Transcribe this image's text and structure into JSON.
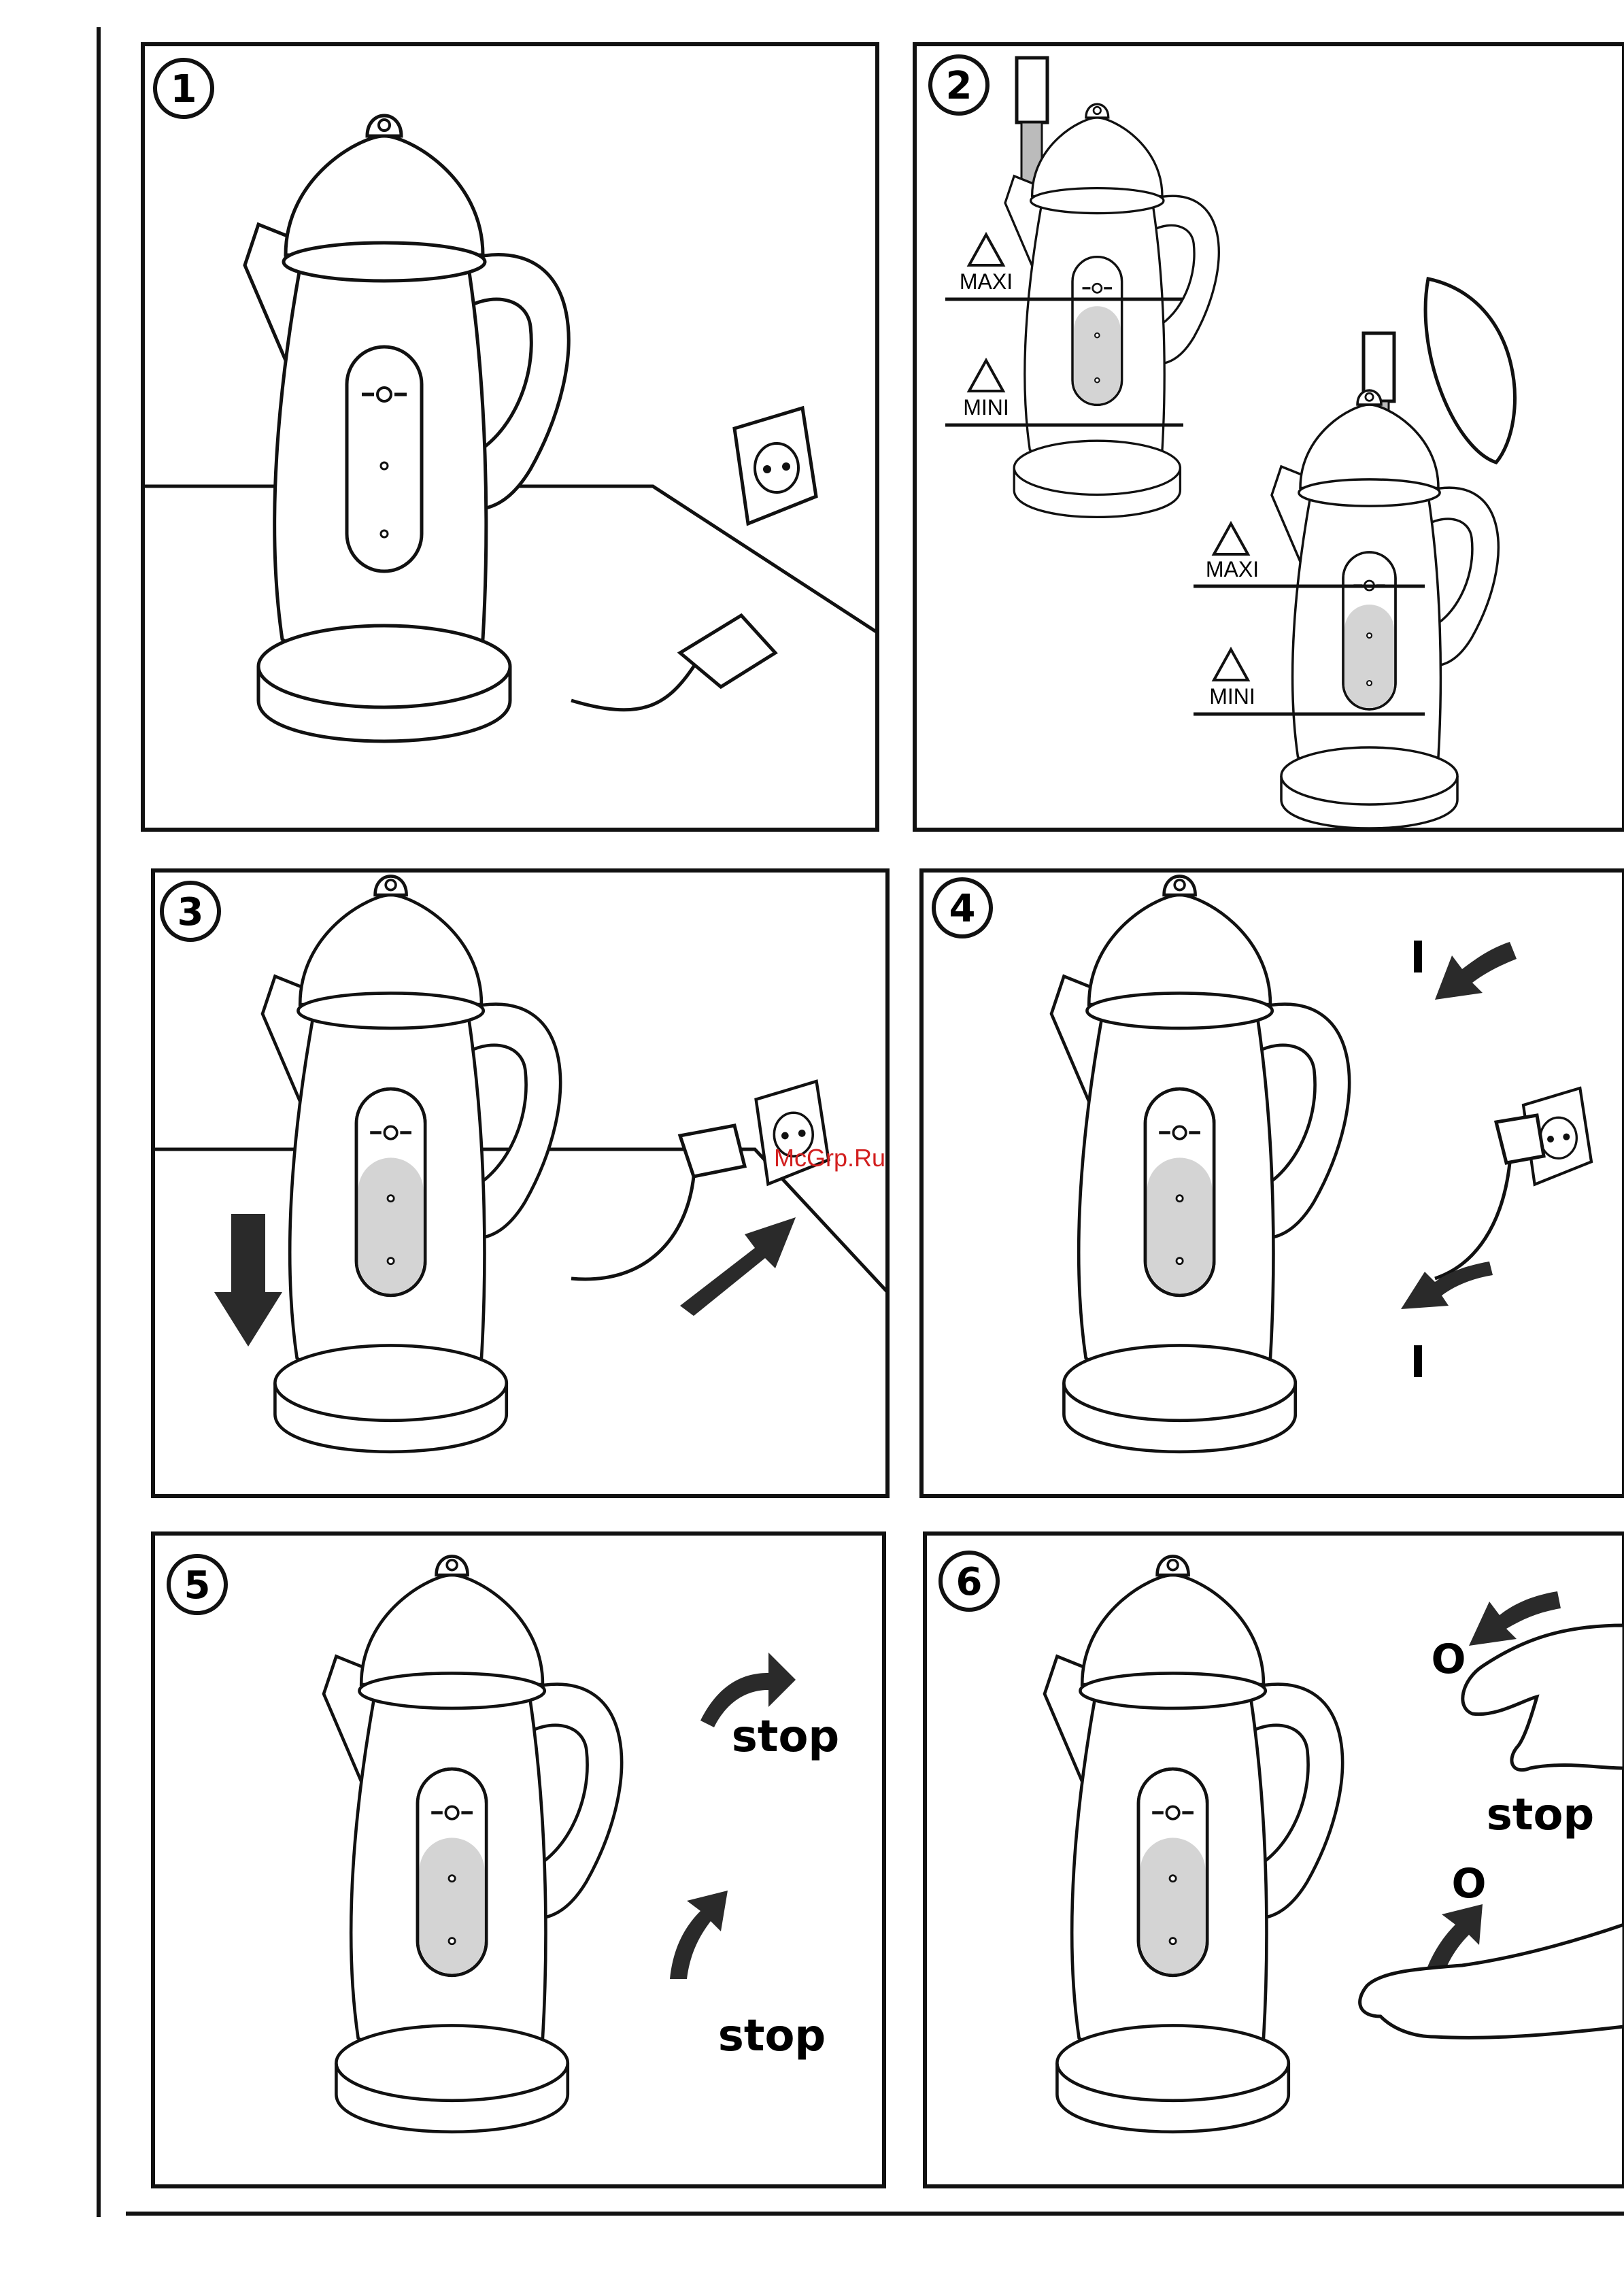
{
  "panels": [
    {
      "number": "1"
    },
    {
      "number": "2",
      "labels": {
        "maxi": "MAXI",
        "mini": "MINI"
      }
    },
    {
      "number": "3"
    },
    {
      "number": "4",
      "switch_on": "I"
    },
    {
      "number": "5",
      "stop": "stop"
    },
    {
      "number": "6",
      "switch_off": "O",
      "stop": "stop"
    }
  ],
  "watermark": "McGrp.Ru",
  "colors": {
    "ink": "#111111",
    "water": "#d4d4d4",
    "arrow": "#2a2a2a",
    "watermark": "#d21f1f"
  }
}
